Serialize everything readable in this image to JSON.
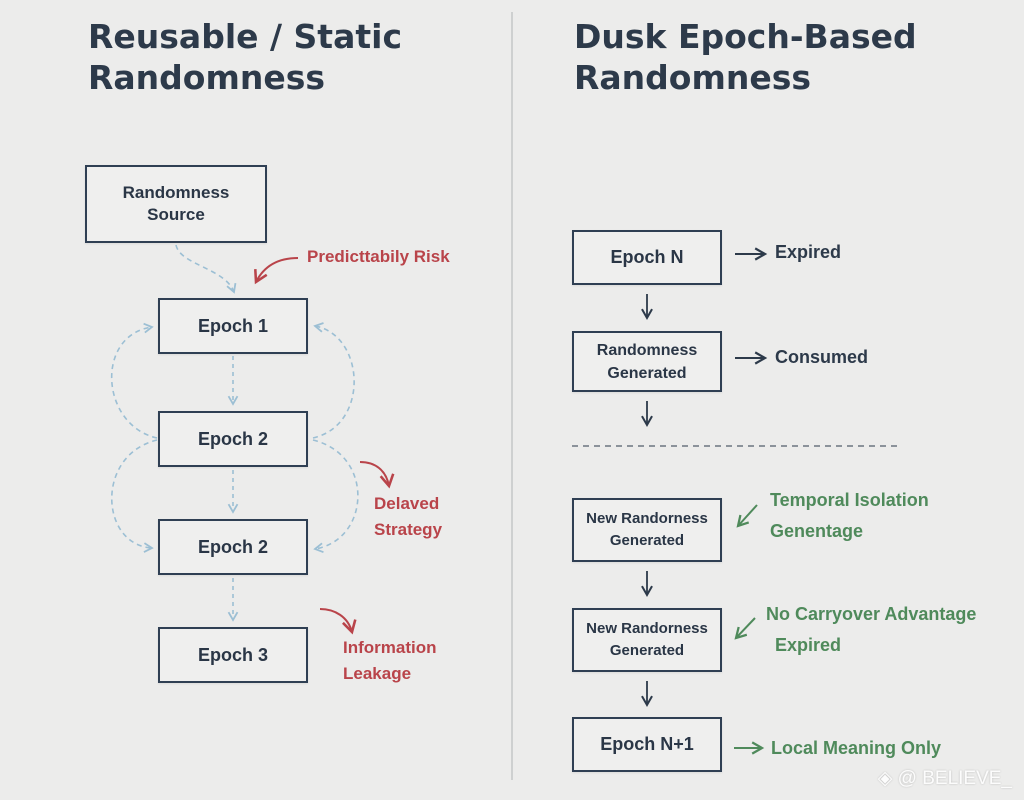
{
  "left": {
    "title": [
      "Reusable / Static",
      "Randomness"
    ],
    "source": [
      "Randomness",
      "Source"
    ],
    "epochs": [
      "Epoch 1",
      "Epoch 2",
      "Epoch 2",
      "Epoch 3"
    ],
    "notes": {
      "predictability": "Predicttabily Risk",
      "delayed": [
        "Delaved",
        "Strategy"
      ],
      "leakage": [
        "Information",
        "Leakage"
      ]
    },
    "colors": {
      "dashed_arrow": "#9cbfd4",
      "risk_text": "#b9444a"
    }
  },
  "right": {
    "title": [
      "Dusk Epoch-Based",
      "Randomness"
    ],
    "boxes": {
      "epoch_n": "Epoch N",
      "generated": [
        "Randomness",
        "Generated"
      ],
      "new1": [
        "New Randorness",
        "Generated"
      ],
      "new2": [
        "New Randorness",
        "Generated"
      ],
      "epoch_n1": "Epoch N+1"
    },
    "notes": {
      "expired": "Expired",
      "consumed": "Consumed",
      "temporal": [
        "Temporal Isolation",
        "Genentage"
      ],
      "carryover": [
        "No Carryover Advantage",
        "Expired"
      ],
      "local": "Local Meaning Only"
    },
    "colors": {
      "benefit_text": "#4f8a5b",
      "box_border": "#2f3f53"
    }
  },
  "watermark": "@ BELIEVE_"
}
